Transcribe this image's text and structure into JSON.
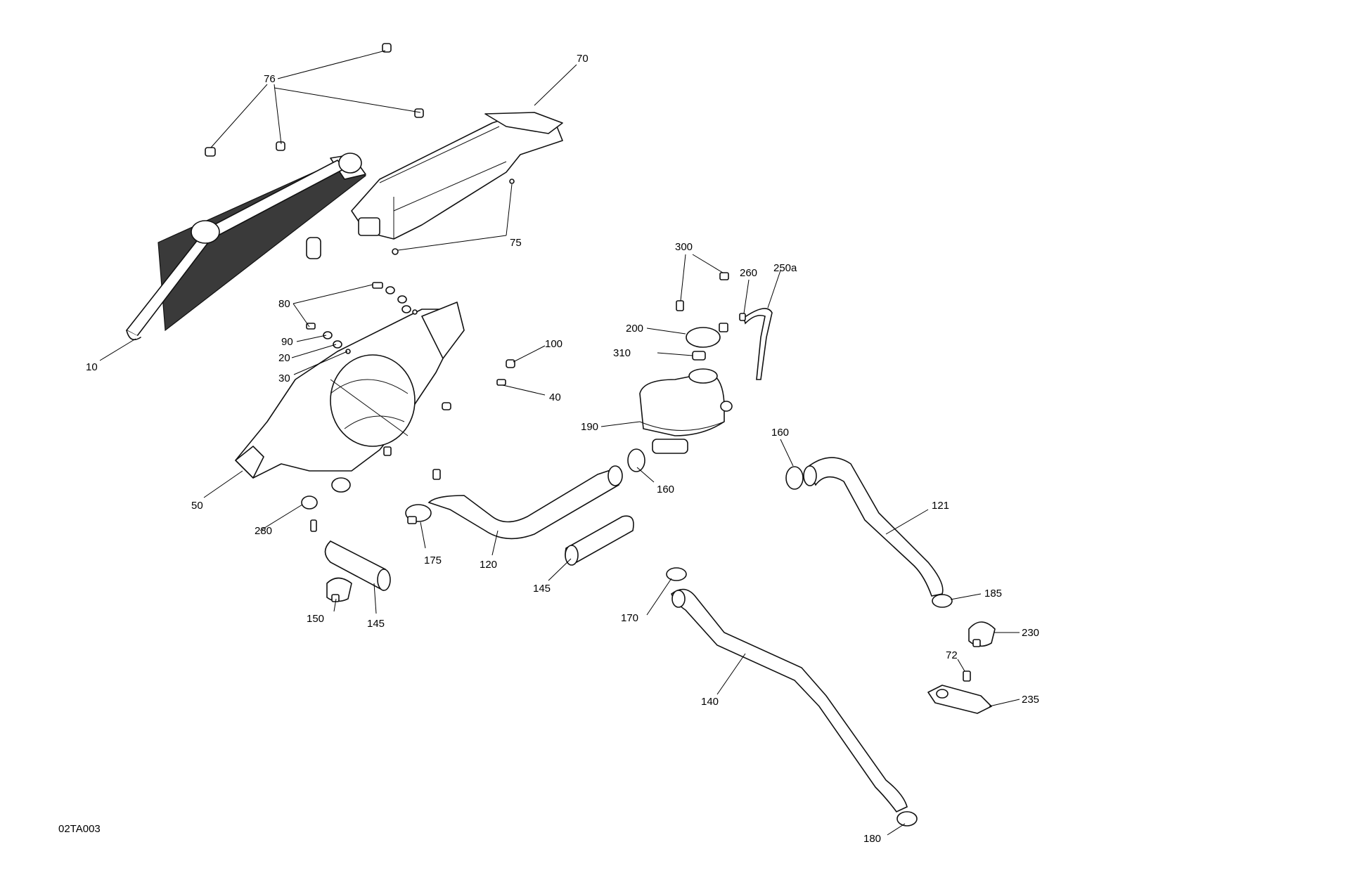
{
  "document_code": "02TA003",
  "callouts": {
    "c10": "10",
    "c20": "20",
    "c30": "30",
    "c40": "40",
    "c50": "50",
    "c70": "70",
    "c72": "72",
    "c75": "75",
    "c76": "76",
    "c80": "80",
    "c90": "90",
    "c100": "100",
    "c120": "120",
    "c121": "121",
    "c140": "140",
    "c145a": "145",
    "c145b": "145",
    "c150": "150",
    "c160a": "160",
    "c160b": "160",
    "c170": "170",
    "c175": "175",
    "c180": "180",
    "c185": "185",
    "c190": "190",
    "c200": "200",
    "c230": "230",
    "c235": "235",
    "c250a": "250a",
    "c260": "260",
    "c280": "280",
    "c300": "300",
    "c310": "310"
  }
}
